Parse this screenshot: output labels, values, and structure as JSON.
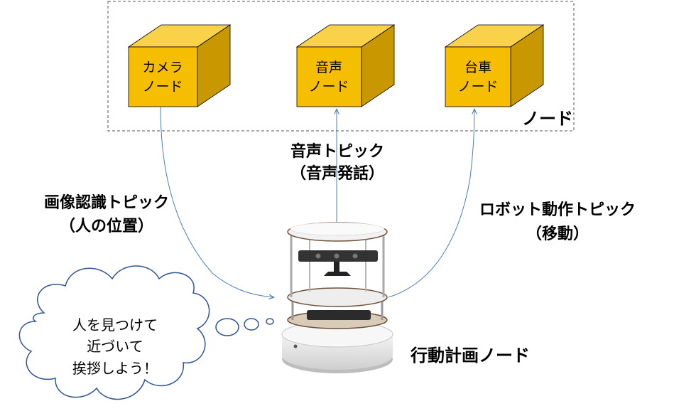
{
  "group": {
    "label": "ノード"
  },
  "nodes": {
    "camera": {
      "line1": "カメラ",
      "line2": "ノード"
    },
    "voice": {
      "line1": "音声",
      "line2": "ノード"
    },
    "cart": {
      "line1": "台車",
      "line2": "ノード"
    }
  },
  "topics": {
    "image": {
      "line1": "画像認識トピック",
      "line2": "（人の位置）"
    },
    "voice": {
      "line1": "音声トピック",
      "line2": "（音声発話）"
    },
    "motion": {
      "line1": "ロボット動作トピック",
      "line2": "（移動）"
    }
  },
  "planner": {
    "label": "行動計画ノード"
  },
  "thought": {
    "line1": "人を見つけて",
    "line2": "近づいて",
    "line3": "挨拶しよう！"
  },
  "colors": {
    "cube_front": "#F5BE00",
    "cube_top": "#F9D24A",
    "cube_side": "#C99800",
    "arrow": "#4A7EBB"
  }
}
